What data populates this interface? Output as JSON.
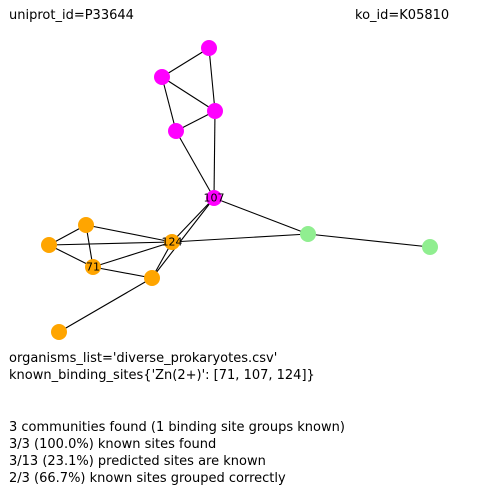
{
  "header": {
    "uniprot": "uniprot_id=P33644",
    "ko": "ko_id=K05810"
  },
  "info": {
    "organisms": "organisms_list='diverse_prokaryotes.csv'",
    "binding_sites": "known_binding_sites{'Zn(2+)': [71, 107, 124]}"
  },
  "stats": [
    "3 communities found (1 binding site groups known)",
    "3/3 (100.0%) known sites found",
    "3/13 (23.1%) predicted sites are known",
    "2/3 (66.7%) known sites grouped correctly"
  ],
  "colors": {
    "community_1": "#ff00ff",
    "community_2": "#ffa500",
    "community_3": "#90ee90"
  },
  "graph": {
    "nodes": [
      {
        "id": "m1",
        "label": "",
        "community": "community_1"
      },
      {
        "id": "m2",
        "label": "",
        "community": "community_1"
      },
      {
        "id": "m3",
        "label": "",
        "community": "community_1"
      },
      {
        "id": "m4",
        "label": "",
        "community": "community_1"
      },
      {
        "id": "n107",
        "label": "107",
        "community": "community_1"
      },
      {
        "id": "n124",
        "label": "124",
        "community": "community_2"
      },
      {
        "id": "o1",
        "label": "",
        "community": "community_2"
      },
      {
        "id": "o2",
        "label": "",
        "community": "community_2"
      },
      {
        "id": "n71",
        "label": "71",
        "community": "community_2"
      },
      {
        "id": "o3",
        "label": "",
        "community": "community_2"
      },
      {
        "id": "o4",
        "label": "",
        "community": "community_2"
      },
      {
        "id": "g1",
        "label": "",
        "community": "community_3"
      },
      {
        "id": "g2",
        "label": "",
        "community": "community_3"
      }
    ],
    "edges": [
      [
        "m1",
        "m2"
      ],
      [
        "m1",
        "m3"
      ],
      [
        "m2",
        "m3"
      ],
      [
        "m2",
        "m4"
      ],
      [
        "m3",
        "m4"
      ],
      [
        "m3",
        "n107"
      ],
      [
        "m4",
        "n107"
      ],
      [
        "n107",
        "g1"
      ],
      [
        "n107",
        "n124"
      ],
      [
        "n107",
        "o3"
      ],
      [
        "g1",
        "g2"
      ],
      [
        "g1",
        "n124"
      ],
      [
        "o1",
        "n124"
      ],
      [
        "o1",
        "o2"
      ],
      [
        "o1",
        "n71"
      ],
      [
        "o2",
        "n124"
      ],
      [
        "o2",
        "n71"
      ],
      [
        "n71",
        "n124"
      ],
      [
        "n71",
        "o3"
      ],
      [
        "n124",
        "o3"
      ],
      [
        "o3",
        "o4"
      ]
    ]
  }
}
